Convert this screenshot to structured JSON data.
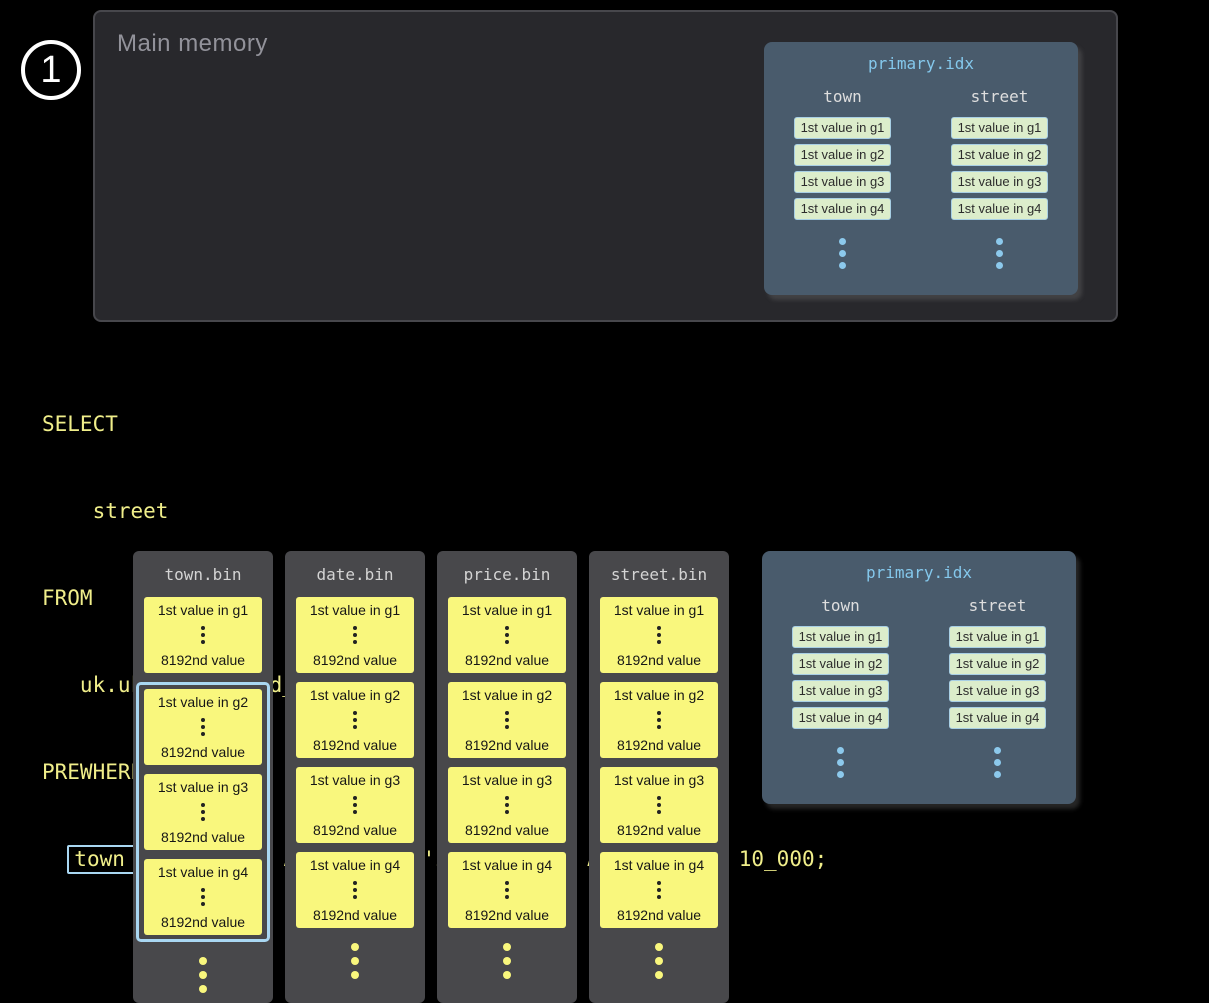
{
  "badge": {
    "number": "1"
  },
  "main_memory": {
    "title": "Main memory"
  },
  "primary_idx": {
    "title": "primary.idx",
    "town_header": "town",
    "street_header": "street",
    "town_entries": [
      "1st value in g1",
      "1st value in g2",
      "1st value in g3",
      "1st value in g4"
    ],
    "street_entries": [
      "1st value in g1",
      "1st value in g2",
      "1st value in g3",
      "1st value in g4"
    ]
  },
  "sql": {
    "line1": "SELECT",
    "line2": "    street",
    "line3": "FROM",
    "line4": "   uk.uk_price_paid_simple",
    "line5": "PREWHERE",
    "line6_indent": "  ",
    "line6_highlight": "town = 'LONDON'",
    "line6_rest": " AND date > '2024-12-31' AND price < 10_000;"
  },
  "bin_files": [
    {
      "title": "town.bin",
      "selected_granules": [
        "g2",
        "g3",
        "g4"
      ],
      "granules": [
        {
          "first": "1st value in g1",
          "last": "8192nd value"
        },
        {
          "first": "1st value in g2",
          "last": "8192nd value"
        },
        {
          "first": "1st value in g3",
          "last": "8192nd value"
        },
        {
          "first": "1st value in g4",
          "last": "8192nd value"
        }
      ]
    },
    {
      "title": "date.bin",
      "granules": [
        {
          "first": "1st value in g1",
          "last": "8192nd value"
        },
        {
          "first": "1st value in g2",
          "last": "8192nd value"
        },
        {
          "first": "1st value in g3",
          "last": "8192nd value"
        },
        {
          "first": "1st value in g4",
          "last": "8192nd value"
        }
      ]
    },
    {
      "title": "price.bin",
      "granules": [
        {
          "first": "1st value in g1",
          "last": "8192nd value"
        },
        {
          "first": "1st value in g2",
          "last": "8192nd value"
        },
        {
          "first": "1st value in g3",
          "last": "8192nd value"
        },
        {
          "first": "1st value in g4",
          "last": "8192nd value"
        }
      ]
    },
    {
      "title": "street.bin",
      "granules": [
        {
          "first": "1st value in g1",
          "last": "8192nd value"
        },
        {
          "first": "1st value in g2",
          "last": "8192nd value"
        },
        {
          "first": "1st value in g3",
          "last": "8192nd value"
        },
        {
          "first": "1st value in g4",
          "last": "8192nd value"
        }
      ]
    }
  ],
  "icons": {
    "vertical_ellipsis": "⋮"
  },
  "colors": {
    "accent_blue": "#a9d7f2",
    "index_blue": "#84c8ec",
    "granule_yellow": "#f9f77d",
    "index_entry_green": "#dcedcb",
    "sql_yellow": "#f0ee8a",
    "panel_slate": "#495b6c",
    "panel_gray": "#48484b",
    "memory_bg": "#28282c"
  }
}
